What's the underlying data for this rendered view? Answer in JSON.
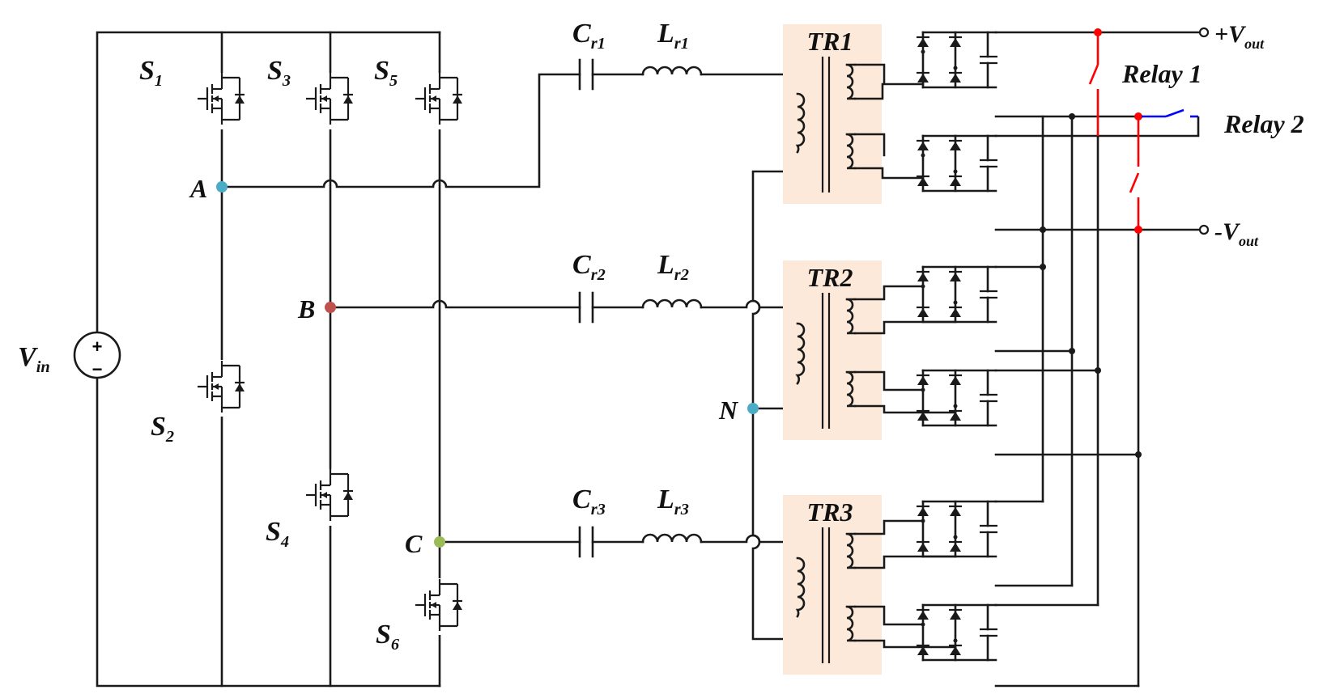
{
  "source": {
    "label": "V",
    "sub": "in",
    "plus": "+",
    "minus": "−"
  },
  "switches": [
    {
      "id": "S1",
      "label": "S",
      "sub": "1"
    },
    {
      "id": "S2",
      "label": "S",
      "sub": "2"
    },
    {
      "id": "S3",
      "label": "S",
      "sub": "3"
    },
    {
      "id": "S4",
      "label": "S",
      "sub": "4"
    },
    {
      "id": "S5",
      "label": "S",
      "sub": "5"
    },
    {
      "id": "S6",
      "label": "S",
      "sub": "6"
    }
  ],
  "nodes": [
    {
      "id": "A",
      "label": "A",
      "color": "#4bacc6"
    },
    {
      "id": "B",
      "label": "B",
      "color": "#c0504d"
    },
    {
      "id": "C",
      "label": "C",
      "color": "#9bbb59"
    },
    {
      "id": "N",
      "label": "N",
      "color": "#4bacc6",
      "label_color": "#7f7f7f"
    }
  ],
  "resonant": [
    {
      "cap": "C",
      "cap_sub": "r1",
      "ind": "L",
      "ind_sub": "r1"
    },
    {
      "cap": "C",
      "cap_sub": "r2",
      "ind": "L",
      "ind_sub": "r2"
    },
    {
      "cap": "C",
      "cap_sub": "r3",
      "ind": "L",
      "ind_sub": "r3"
    }
  ],
  "transformers": [
    {
      "label": "TR1"
    },
    {
      "label": "TR2"
    },
    {
      "label": "TR3"
    }
  ],
  "outputs": {
    "pos": {
      "sign": "+",
      "label": "V",
      "sub": "out"
    },
    "neg": {
      "sign": "-",
      "label": "V",
      "sub": "out"
    }
  },
  "relays": [
    {
      "label": "Relay 1",
      "color": "#ff0000"
    },
    {
      "label": "Relay 2",
      "color": "#0000ff"
    }
  ],
  "colors": {
    "transformer_box": "#fde9d9",
    "transformer_label": "#e46c0a",
    "wire": "#1a1a1a"
  }
}
